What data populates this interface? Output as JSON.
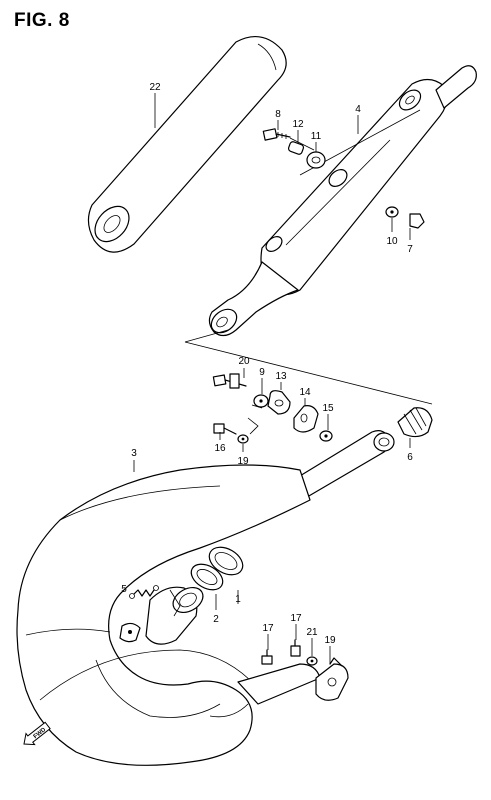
{
  "figure": {
    "title": "FIG. 8"
  },
  "callouts": {
    "c22": "22",
    "c8": "8",
    "c12": "12",
    "c11": "11",
    "c4": "4",
    "c10": "10",
    "c7": "7",
    "c20": "20",
    "c9": "9",
    "c13": "13",
    "c14": "14",
    "c15": "15",
    "c16": "16",
    "c19a": "19",
    "c3": "3",
    "c6": "6",
    "c5": "5",
    "c2": "2",
    "c1": "1",
    "c17a": "17",
    "c17b": "17",
    "c21": "21",
    "c19b": "19"
  },
  "direction_marker": {
    "text": "FWD"
  }
}
